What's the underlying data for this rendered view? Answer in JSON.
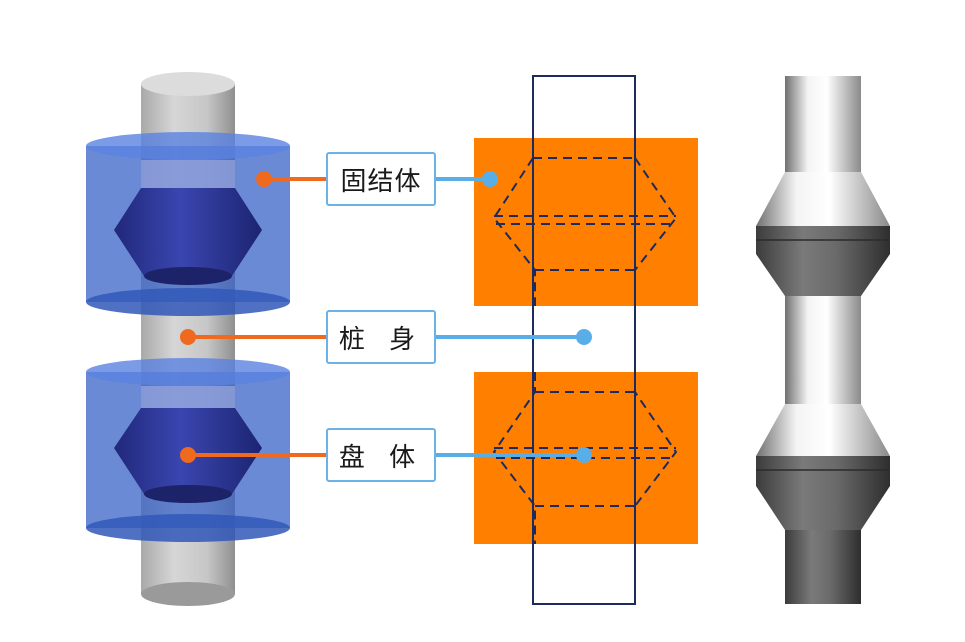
{
  "labels": {
    "solidified_body": "固结体",
    "pile_shaft": "桩 身",
    "disk_body": "盘 体"
  },
  "colors": {
    "pile_gray": "#c4c4c4",
    "soil_blue": "#3a63c8",
    "disk_navy": "#2d3595",
    "orange_block": "#ff8000",
    "outline_navy": "#1d2a5c",
    "connector_orange": "#ef6a1e",
    "connector_blue": "#5aaee8",
    "label_border": "#6cb2e6"
  },
  "icons": {
    "connector_dot": "filled-circle",
    "panels": [
      "pile-3d-cutaway",
      "pile-section-drawing",
      "pile-solid-render"
    ]
  }
}
